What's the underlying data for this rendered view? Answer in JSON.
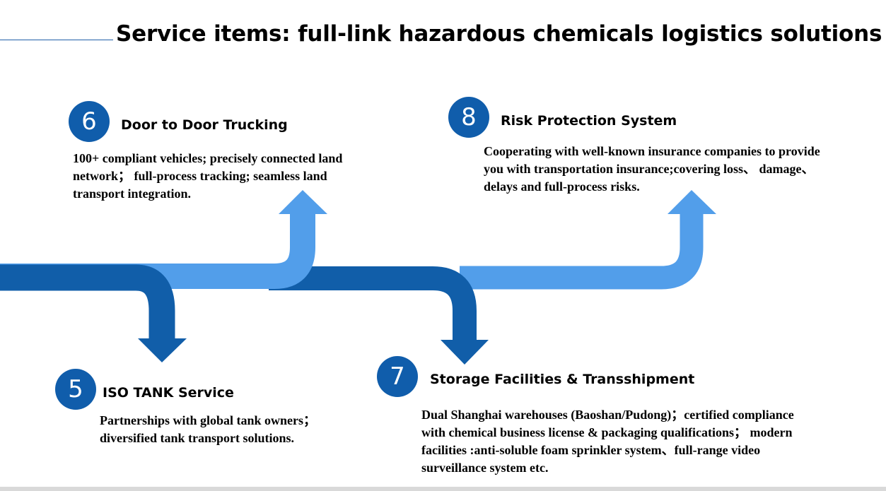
{
  "title": "Service items: full-link hazardous chemicals logistics solutions",
  "items": [
    {
      "number": "6",
      "heading": "Door to Door Trucking",
      "text": [
        "100+ compliant vehicles; precisely connected land",
        "network； full-process tracking; seamless land",
        "transport integration."
      ]
    },
    {
      "number": "8",
      "heading": "Risk Protection System",
      "text": [
        "Cooperating with well-known insurance companies to provide",
        "you with transportation insurance;covering loss、 damage、",
        "delays and full-process risks."
      ]
    },
    {
      "number": "5",
      "heading": "ISO TANK Service",
      "text": [
        "Partnerships with global tank owners；",
        "diversified tank transport solutions."
      ]
    },
    {
      "number": "7",
      "heading": "Storage Facilities & Transshipment",
      "text": [
        "Dual Shanghai warehouses (Baoshan/Pudong)；certified compliance",
        "with chemical business license & packaging qualifications； modern",
        "facilities :anti-soluble foam sprinkler system、full-range video",
        "surveillance system etc."
      ]
    }
  ],
  "colors": {
    "dark": "#115ea9",
    "light": "#529eea",
    "badge": "#105dab"
  }
}
